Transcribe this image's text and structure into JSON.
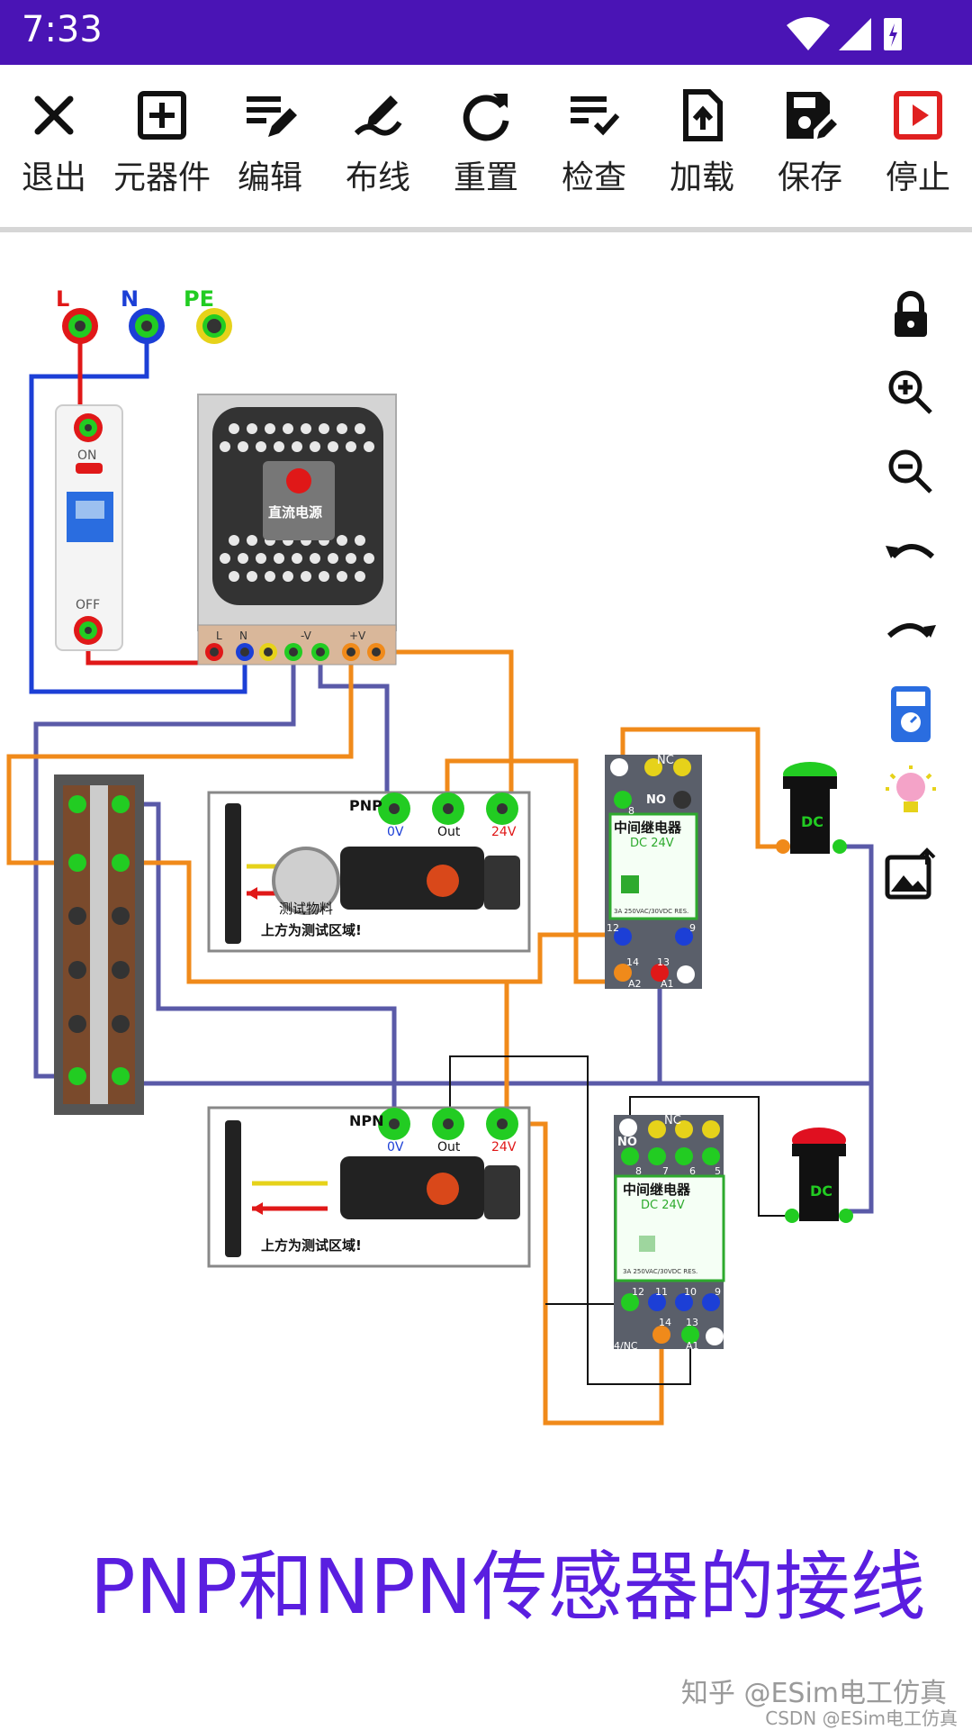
{
  "status": {
    "time": "7:33"
  },
  "toolbar": {
    "items": [
      {
        "id": "exit",
        "label": "退出",
        "icon": "close-icon"
      },
      {
        "id": "components",
        "label": "元器件",
        "icon": "add-box-icon"
      },
      {
        "id": "edit",
        "label": "编辑",
        "icon": "edit-list-icon"
      },
      {
        "id": "wiring",
        "label": "布线",
        "icon": "draw-icon"
      },
      {
        "id": "reset",
        "label": "重置",
        "icon": "refresh-icon"
      },
      {
        "id": "check",
        "label": "检查",
        "icon": "checklist-icon"
      },
      {
        "id": "load",
        "label": "加载",
        "icon": "upload-file-icon"
      },
      {
        "id": "save",
        "label": "保存",
        "icon": "save-edit-icon"
      },
      {
        "id": "stop",
        "label": "停止",
        "icon": "stop-play-icon"
      }
    ],
    "stop_color": "#e02020"
  },
  "sidebar": {
    "icons": [
      "lock-icon",
      "zoom-in-icon",
      "zoom-out-icon",
      "undo-icon",
      "redo-icon",
      "multimeter-icon",
      "bulb-icon",
      "image-icon"
    ]
  },
  "circuit": {
    "terminal_labels": {
      "L": "L",
      "N": "N",
      "PE": "PE"
    },
    "breaker": {
      "on": "ON",
      "off": "OFF"
    },
    "psu": {
      "name": "直流电源",
      "terminals": [
        "L",
        "N",
        "",
        "-V",
        "+V"
      ]
    },
    "pnp_sensor": {
      "type": "PNP",
      "pins": [
        "0V",
        "Out",
        "24V"
      ],
      "label1": "测试物料",
      "label2": "上方为测试区域!"
    },
    "npn_sensor": {
      "type": "NPN",
      "pins": [
        "0V",
        "Out",
        "24V"
      ],
      "label2": "上方为测试区域!"
    },
    "relay1": {
      "title": "中间继电器",
      "voltage": "DC 24V",
      "rating": "3A 250VAC/30VDC RES.",
      "top_nc": "NC",
      "top_no": "NO",
      "bottom": [
        "12",
        "9",
        "14",
        "13",
        "A2",
        "A1"
      ],
      "pin_num": "8"
    },
    "relay2": {
      "title": "中间继电器",
      "voltage": "DC 24V",
      "rating": "3A 250VAC/30VDC RES.",
      "top_nc": "NC",
      "top_no": "NO",
      "bottom": [
        "12",
        "11",
        "10",
        "9",
        "4/NC",
        "14",
        "13",
        "A1"
      ],
      "pins": [
        "8",
        "7",
        "6",
        "5"
      ]
    },
    "lamp_green": {
      "label": "DC",
      "color": "#22cc22"
    },
    "lamp_red": {
      "label": "DC",
      "color": "#e01020"
    }
  },
  "colors": {
    "live": "#e01818",
    "neutral": "#1c3fd6",
    "pos24": "#f08a1a",
    "neg": "#5a5aa8",
    "signal": "#111111",
    "accent": "#4a14b5"
  },
  "caption": "PNP和NPN传感器的接线",
  "watermark": "知乎 @ESim电工仿真",
  "watermark2": "CSDN @ESim电工仿真"
}
